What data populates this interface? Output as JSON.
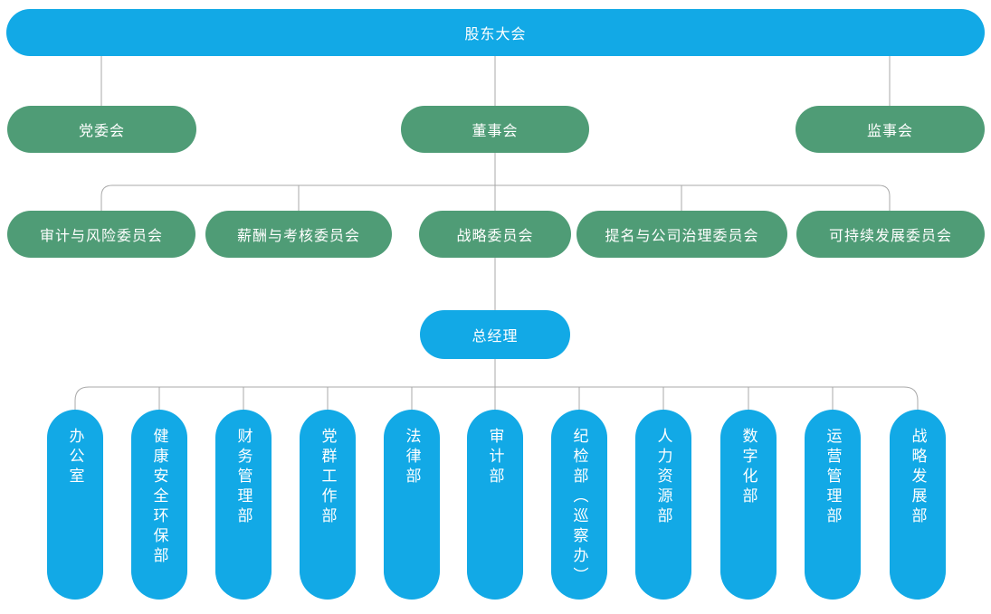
{
  "org_chart": {
    "root": {
      "label": "股东大会"
    },
    "governance": [
      {
        "label": "党委会"
      },
      {
        "label": "董事会"
      },
      {
        "label": "监事会"
      }
    ],
    "board_committees": [
      {
        "label": "审计与风险委员会"
      },
      {
        "label": "薪酬与考核委员会"
      },
      {
        "label": "战略委员会"
      },
      {
        "label": "提名与公司治理委员会"
      },
      {
        "label": "可持续发展委员会"
      }
    ],
    "general_manager": {
      "label": "总经理"
    },
    "departments": [
      {
        "label": "办公室"
      },
      {
        "label": "健康安全环保部"
      },
      {
        "label": "财务管理部"
      },
      {
        "label": "党群工作部"
      },
      {
        "label": "法律部"
      },
      {
        "label": "审计部"
      },
      {
        "label": "纪检部（巡察办）"
      },
      {
        "label": "人力资源部"
      },
      {
        "label": "数字化部"
      },
      {
        "label": "运营管理部"
      },
      {
        "label": "战略发展部"
      }
    ],
    "colors": {
      "node_blue": "#12a9e6",
      "node_green": "#4f9c76",
      "connector": "#a9a9a9",
      "text": "#ffffff"
    }
  }
}
